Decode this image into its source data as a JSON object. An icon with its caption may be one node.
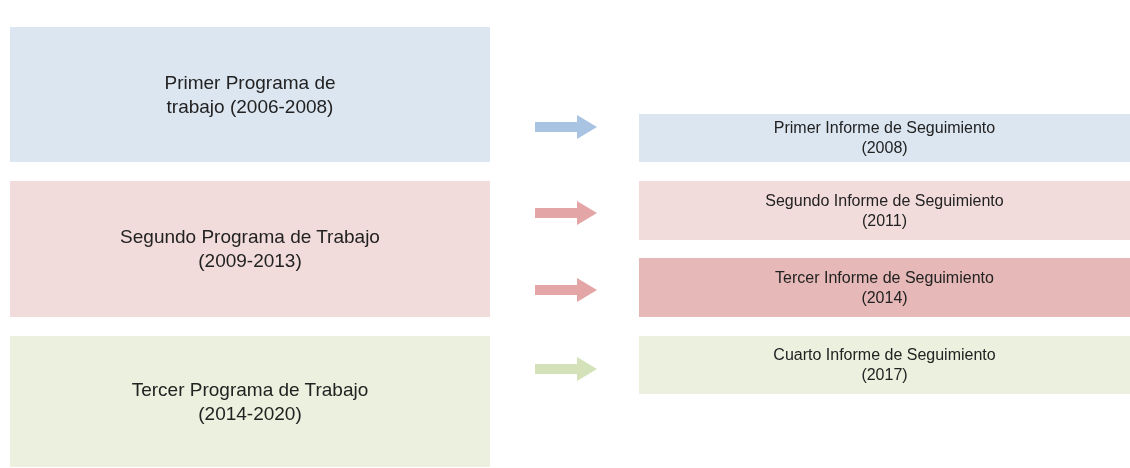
{
  "diagram": {
    "nodes": [
      {
        "text": [
          "Primer Programa de trabajo (2006-2008)"
        ]
      },
      {
        "text": [
          "Segundo Programa de Trabajo (2009-2013)"
        ]
      },
      {
        "text": [
          "Tercer Programa de Trabajo (2014-2020)"
        ]
      },
      {
        "text": [
          "Primer Informe de Seguimiento (2008)"
        ]
      },
      {
        "text": [
          "Segundo Informe de Seguimiento (2011)"
        ]
      },
      {
        "text": [
          "Tercer Informe de Seguimiento (2014)"
        ]
      },
      {
        "text": [
          "Cuarto Informe de Seguimiento (2017)"
        ]
      }
    ],
    "edges": [
      {
        "from": 0,
        "to": 3,
        "arrow": "to",
        "color": "#a9c3e2"
      },
      {
        "from": 1,
        "to": 4,
        "arrow": "to",
        "color": "#e4a5a6"
      },
      {
        "from": 1,
        "to": 5,
        "arrow": "to",
        "color": "#e4a5a6"
      },
      {
        "from": 2,
        "to": 6,
        "arrow": "to",
        "color": "#d3e2b8"
      }
    ]
  }
}
